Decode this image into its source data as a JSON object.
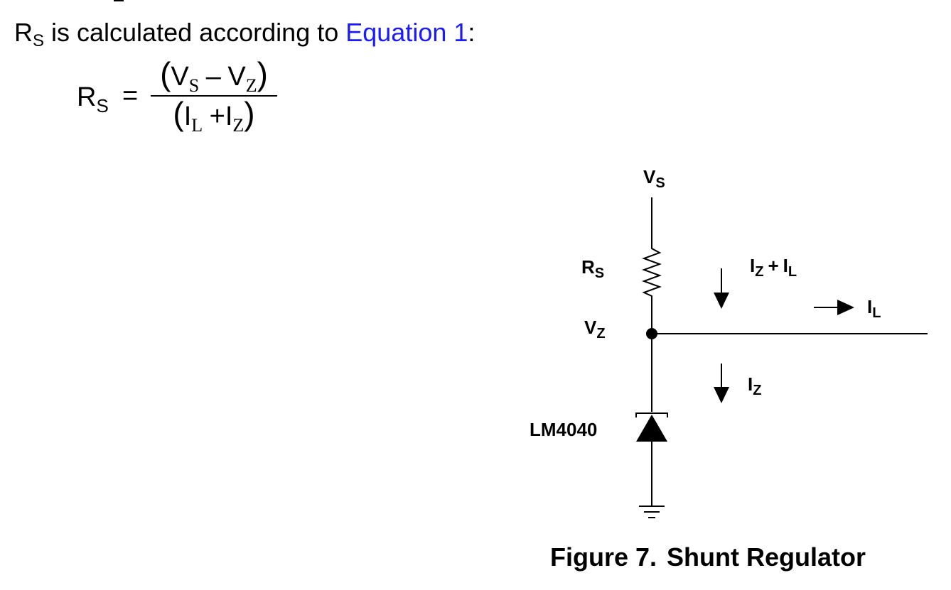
{
  "intro": {
    "r_letter": "R",
    "r_sub": "S",
    "text_before_link": " is calculated according to ",
    "link": "Equation 1",
    "text_after_link": ":"
  },
  "equation": {
    "lhs": "R",
    "lhs_sub": "S",
    "equals": "=",
    "numerator": {
      "a": "V",
      "a_sub": "S",
      "op": "–",
      "b": "V",
      "b_sub": "Z"
    },
    "denominator": {
      "a": "I",
      "a_sub": "L",
      "op": "+",
      "b": "I",
      "b_sub": "Z"
    }
  },
  "circuit": {
    "vs_label": "V",
    "vs_sub": "S",
    "rs_label": "R",
    "rs_sub": "S",
    "vz_label": "V",
    "vz_sub": "Z",
    "device_label": "LM4040",
    "current_total": {
      "a": "I",
      "a_sub": "Z",
      "op": "+",
      "b": "I",
      "b_sub": "L"
    },
    "current_load": {
      "a": "I",
      "a_sub": "L"
    },
    "current_zener": {
      "a": "I",
      "a_sub": "Z"
    }
  },
  "caption": {
    "number": "Figure 7.",
    "title": "Shunt Regulator"
  },
  "colors": {
    "link": "#1a1aff",
    "text": "#000000",
    "background": "#ffffff"
  }
}
